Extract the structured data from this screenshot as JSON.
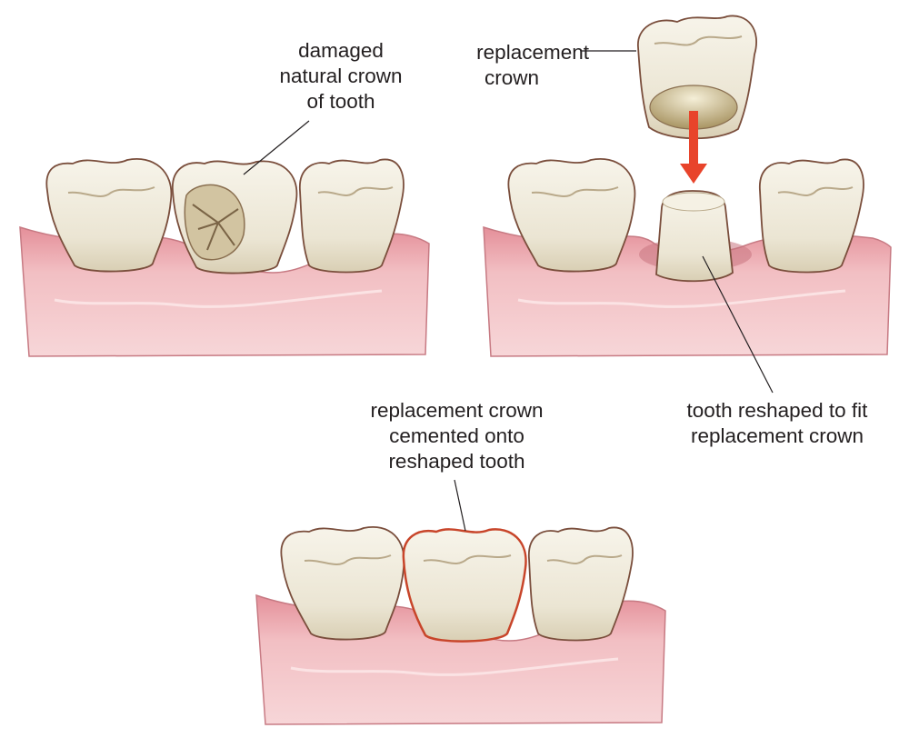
{
  "labels": {
    "damaged": [
      "damaged",
      "natural crown",
      "of tooth"
    ],
    "replacement": [
      "replacement",
      "crown"
    ],
    "reshaped": [
      "tooth reshaped to fit",
      "replacement crown"
    ],
    "cemented": [
      "replacement crown",
      "cemented onto",
      "reshaped tooth"
    ]
  },
  "colors": {
    "gum": "#f0b9bd",
    "gum_dark": "#d98c92",
    "enamel": "#ece7d9",
    "enamel_outline": "#7a4e3c",
    "decay": "#c8b996",
    "crown_outline": "#c8452a",
    "arrow": "#e8442b",
    "leader": "#231f20"
  }
}
